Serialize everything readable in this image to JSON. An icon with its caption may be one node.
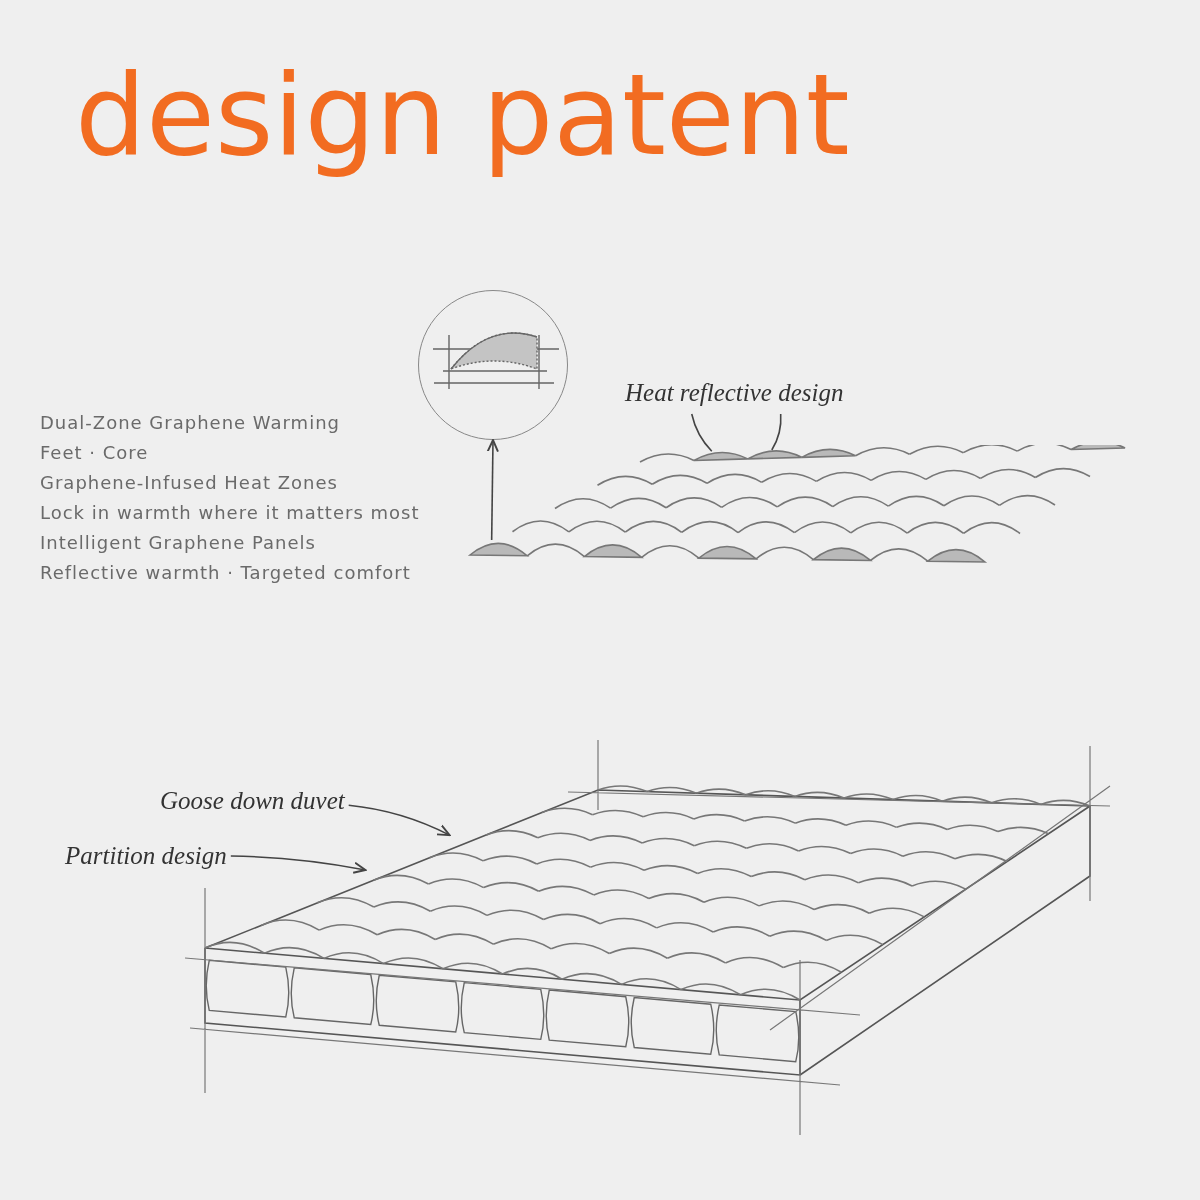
{
  "diagram": {
    "title": "design patent",
    "nodes": [
      {
        "text": [
          "Heat reflective design"
        ]
      },
      {
        "text": [],
        "shape": "picture"
      },
      {
        "text": [],
        "shape": "circle"
      },
      {
        "text": [
          "Goose down duvet"
        ]
      },
      {
        "text": [
          "Partition design"
        ]
      },
      {
        "text": [],
        "shape": "picture"
      }
    ],
    "edges": [
      {
        "from": 0,
        "to": 1,
        "arrow": "none"
      },
      {
        "from": 0,
        "to": 1,
        "arrow": "none"
      },
      {
        "from": 1,
        "to": 2,
        "arrow": "to"
      },
      {
        "from": 3,
        "to": 5,
        "arrow": "to"
      },
      {
        "from": 4,
        "to": 5,
        "arrow": "to"
      }
    ],
    "labels": [
      "Dual-Zone Graphene Warming",
      "Feet · Core",
      "Graphene-Infused Heat Zones",
      "Lock in warmth where it matters most",
      "Intelligent Graphene Panels",
      "Reflective warmth · Targeted comfort"
    ]
  }
}
